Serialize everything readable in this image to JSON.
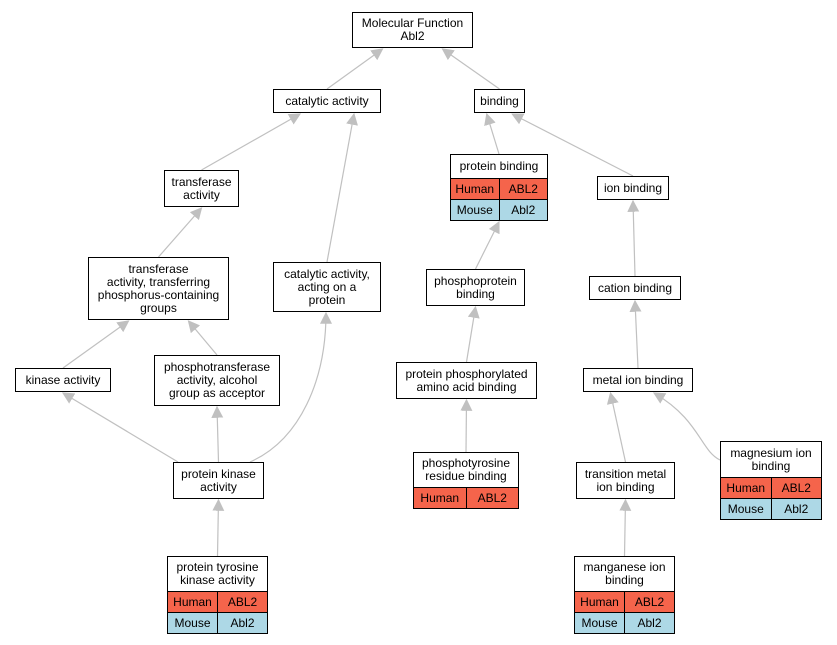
{
  "nodes": {
    "molecular_function": {
      "label": "Molecular Function\nAbl2",
      "rows": []
    },
    "catalytic_activity": {
      "label": "catalytic activity",
      "rows": []
    },
    "binding": {
      "label": "binding",
      "rows": []
    },
    "transferase_activity": {
      "label": "transferase\nactivity",
      "rows": []
    },
    "transferase_phosphorus": {
      "label": "transferase\nactivity, transferring\nphosphorus-containing\ngroups",
      "rows": []
    },
    "catalytic_on_protein": {
      "label": "catalytic activity,\nacting on a\nprotein",
      "rows": []
    },
    "kinase_activity": {
      "label": "kinase activity",
      "rows": []
    },
    "phosphotransferase": {
      "label": "phosphotransferase\nactivity, alcohol\ngroup as acceptor",
      "rows": []
    },
    "protein_kinase": {
      "label": "protein kinase\nactivity",
      "rows": []
    },
    "protein_tyrosine_kinase": {
      "label": "protein tyrosine\nkinase activity",
      "rows": [
        {
          "species": "Human",
          "gene": "ABL2"
        },
        {
          "species": "Mouse",
          "gene": "Abl2"
        }
      ]
    },
    "protein_binding": {
      "label": "protein binding",
      "rows": [
        {
          "species": "Human",
          "gene": "ABL2"
        },
        {
          "species": "Mouse",
          "gene": "Abl2"
        }
      ]
    },
    "phosphoprotein_binding": {
      "label": "phosphoprotein\nbinding",
      "rows": []
    },
    "phosphorylated_aa_binding": {
      "label": "protein phosphorylated\namino acid binding",
      "rows": []
    },
    "phosphotyrosine_binding": {
      "label": "phosphotyrosine\nresidue binding",
      "rows": [
        {
          "species": "Human",
          "gene": "ABL2"
        }
      ]
    },
    "ion_binding": {
      "label": "ion binding",
      "rows": []
    },
    "cation_binding": {
      "label": "cation binding",
      "rows": []
    },
    "metal_ion_binding": {
      "label": "metal ion binding",
      "rows": []
    },
    "transition_metal_binding": {
      "label": "transition metal\nion binding",
      "rows": []
    },
    "manganese_binding": {
      "label": "manganese ion\nbinding",
      "rows": [
        {
          "species": "Human",
          "gene": "ABL2"
        },
        {
          "species": "Mouse",
          "gene": "Abl2"
        }
      ]
    },
    "magnesium_binding": {
      "label": "magnesium ion\nbinding",
      "rows": [
        {
          "species": "Human",
          "gene": "ABL2"
        },
        {
          "species": "Mouse",
          "gene": "Abl2"
        }
      ]
    }
  },
  "edges": [
    [
      "catalytic_activity",
      "molecular_function"
    ],
    [
      "binding",
      "molecular_function"
    ],
    [
      "transferase_activity",
      "catalytic_activity"
    ],
    [
      "catalytic_on_protein",
      "catalytic_activity"
    ],
    [
      "transferase_phosphorus",
      "transferase_activity"
    ],
    [
      "kinase_activity",
      "transferase_phosphorus"
    ],
    [
      "phosphotransferase",
      "transferase_phosphorus"
    ],
    [
      "protein_kinase",
      "kinase_activity"
    ],
    [
      "protein_kinase",
      "phosphotransferase"
    ],
    [
      "protein_kinase",
      "catalytic_on_protein"
    ],
    [
      "protein_tyrosine_kinase",
      "protein_kinase"
    ],
    [
      "protein_binding",
      "binding"
    ],
    [
      "ion_binding",
      "binding"
    ],
    [
      "phosphoprotein_binding",
      "protein_binding"
    ],
    [
      "phosphorylated_aa_binding",
      "phosphoprotein_binding"
    ],
    [
      "phosphotyrosine_binding",
      "phosphorylated_aa_binding"
    ],
    [
      "cation_binding",
      "ion_binding"
    ],
    [
      "metal_ion_binding",
      "cation_binding"
    ],
    [
      "transition_metal_binding",
      "metal_ion_binding"
    ],
    [
      "magnesium_binding",
      "metal_ion_binding"
    ],
    [
      "manganese_binding",
      "transition_metal_binding"
    ]
  ],
  "colors": {
    "human": "#f5644b",
    "mouse": "#add8e6",
    "edge": "#c0c0c0"
  }
}
